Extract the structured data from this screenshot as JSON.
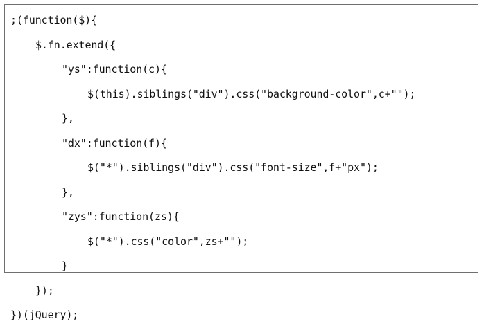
{
  "code": {
    "lines": [
      {
        "text": ";(function($){",
        "indent": 0
      },
      {
        "text": "$.fn.extend({",
        "indent": 1
      },
      {
        "text": "\"ys\":function(c){",
        "indent": 2
      },
      {
        "text": "$(this).siblings(\"div\").css(\"background-color\",c+\"\");",
        "indent": 3
      },
      {
        "text": "},",
        "indent": 2
      },
      {
        "text": "\"dx\":function(f){",
        "indent": 2
      },
      {
        "text": "$(\"*\").siblings(\"div\").css(\"font-size\",f+\"px\");",
        "indent": 3
      },
      {
        "text": "},",
        "indent": 2
      },
      {
        "text": "\"zys\":function(zs){",
        "indent": 2
      },
      {
        "text": "$(\"*\").css(\"color\",zs+\"\");",
        "indent": 3
      },
      {
        "text": "}",
        "indent": 2
      },
      {
        "text": "});",
        "indent": 1
      },
      {
        "text": "})(jQuery);",
        "indent": 0
      }
    ]
  },
  "colors": {
    "border": "#6f6f6f",
    "text": "#111111",
    "background": "#ffffff"
  }
}
